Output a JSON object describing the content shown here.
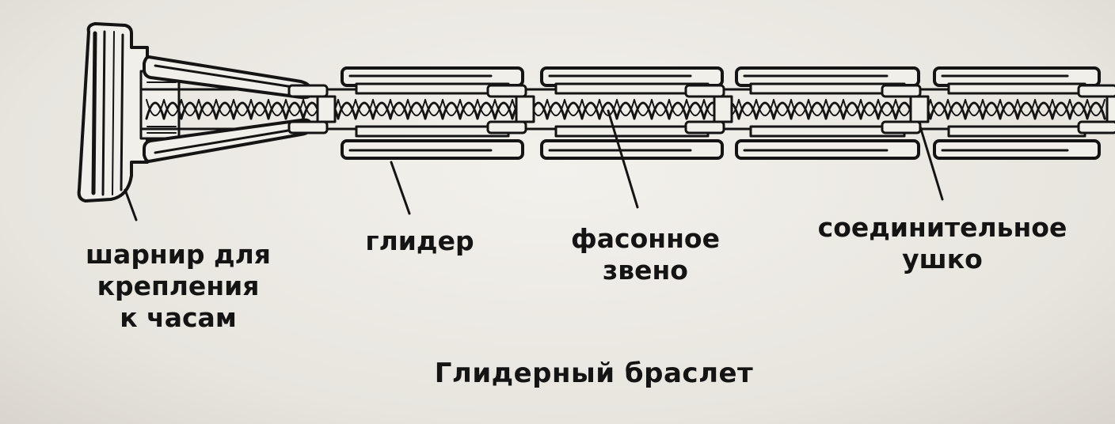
{
  "labels": {
    "hinge": [
      "шарнир для",
      "крепления",
      "к часам"
    ],
    "glider": [
      "глидер"
    ],
    "shaped_link": [
      "фасонное",
      "звено"
    ],
    "connecting_eye": [
      "соединительное",
      "ушко"
    ]
  },
  "caption": "Глидерный браслет",
  "colors": {
    "ink": "#141414",
    "paper": "#eeebe6"
  }
}
